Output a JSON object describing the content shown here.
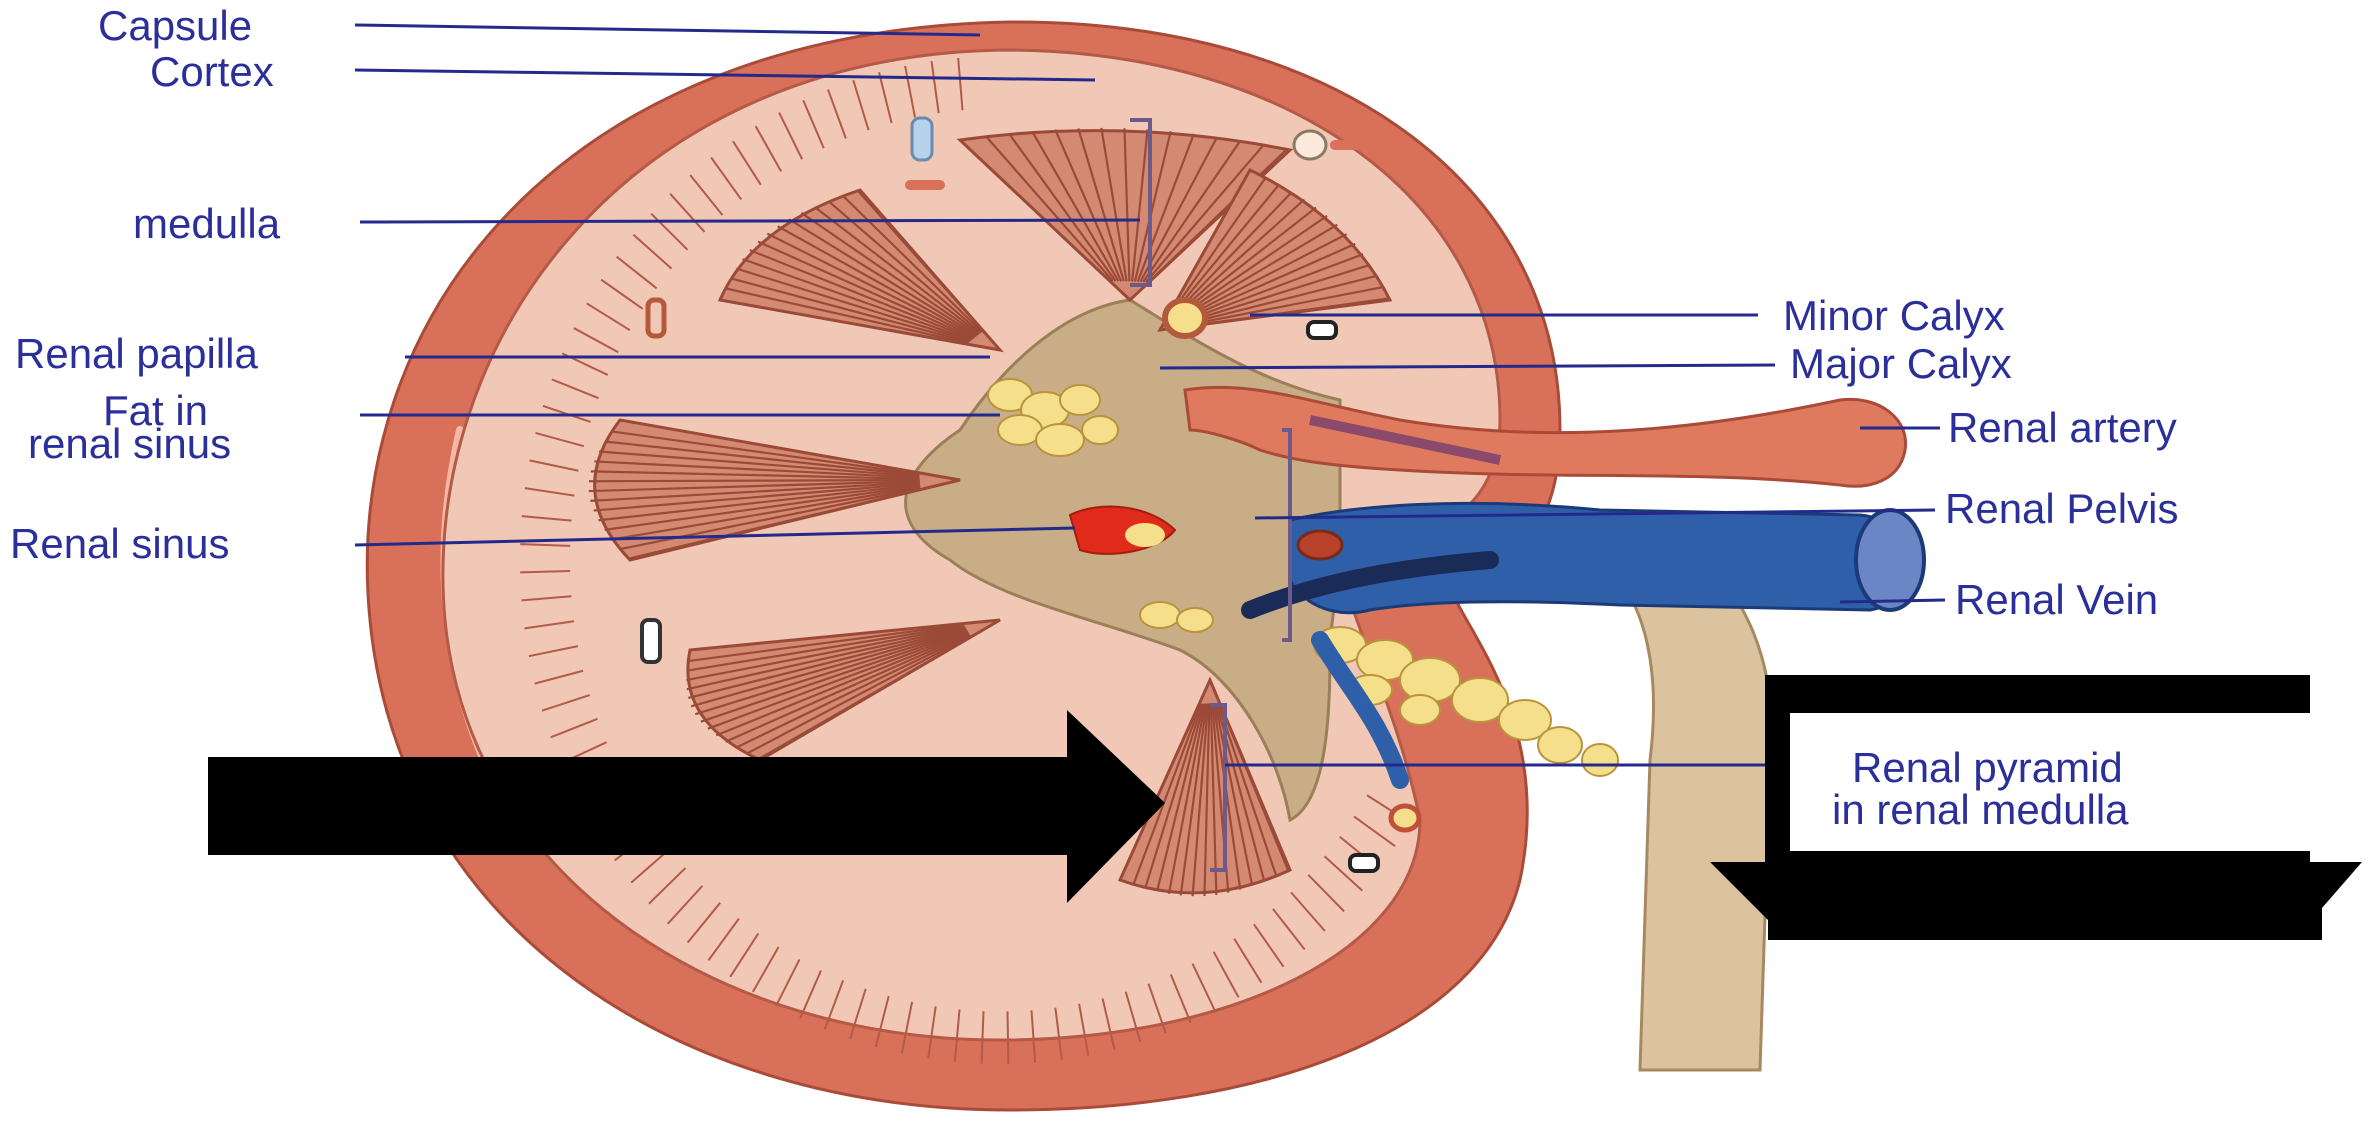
{
  "labels": {
    "capsule": "Capsule",
    "cortex": "Cortex",
    "medulla": "medulla",
    "renal_papilla": "Renal papilla",
    "fat_line1": "Fat in",
    "fat_line2": "renal sinus",
    "renal_sinus": "Renal sinus",
    "minor_calyx": "Minor Calyx",
    "major_calyx": "Major Calyx",
    "renal_artery": "Renal artery",
    "renal_pelvis": "Renal Pelvis",
    "renal_vein": "Renal Vein",
    "pyramid_line1": "Renal pyramid",
    "pyramid_line2": "in renal medulla"
  },
  "colors": {
    "label_text": "#2a2f9a",
    "capsule": "#d9705a",
    "cortex": "#f1c7b6",
    "pyramid": "#d48a72",
    "sinus": "#c8ad86",
    "artery": "#e07a5f",
    "vein": "#2f5fa8",
    "fat": "#f6df8a",
    "ureter": "#dcc3a0",
    "annotation": "#000000"
  }
}
